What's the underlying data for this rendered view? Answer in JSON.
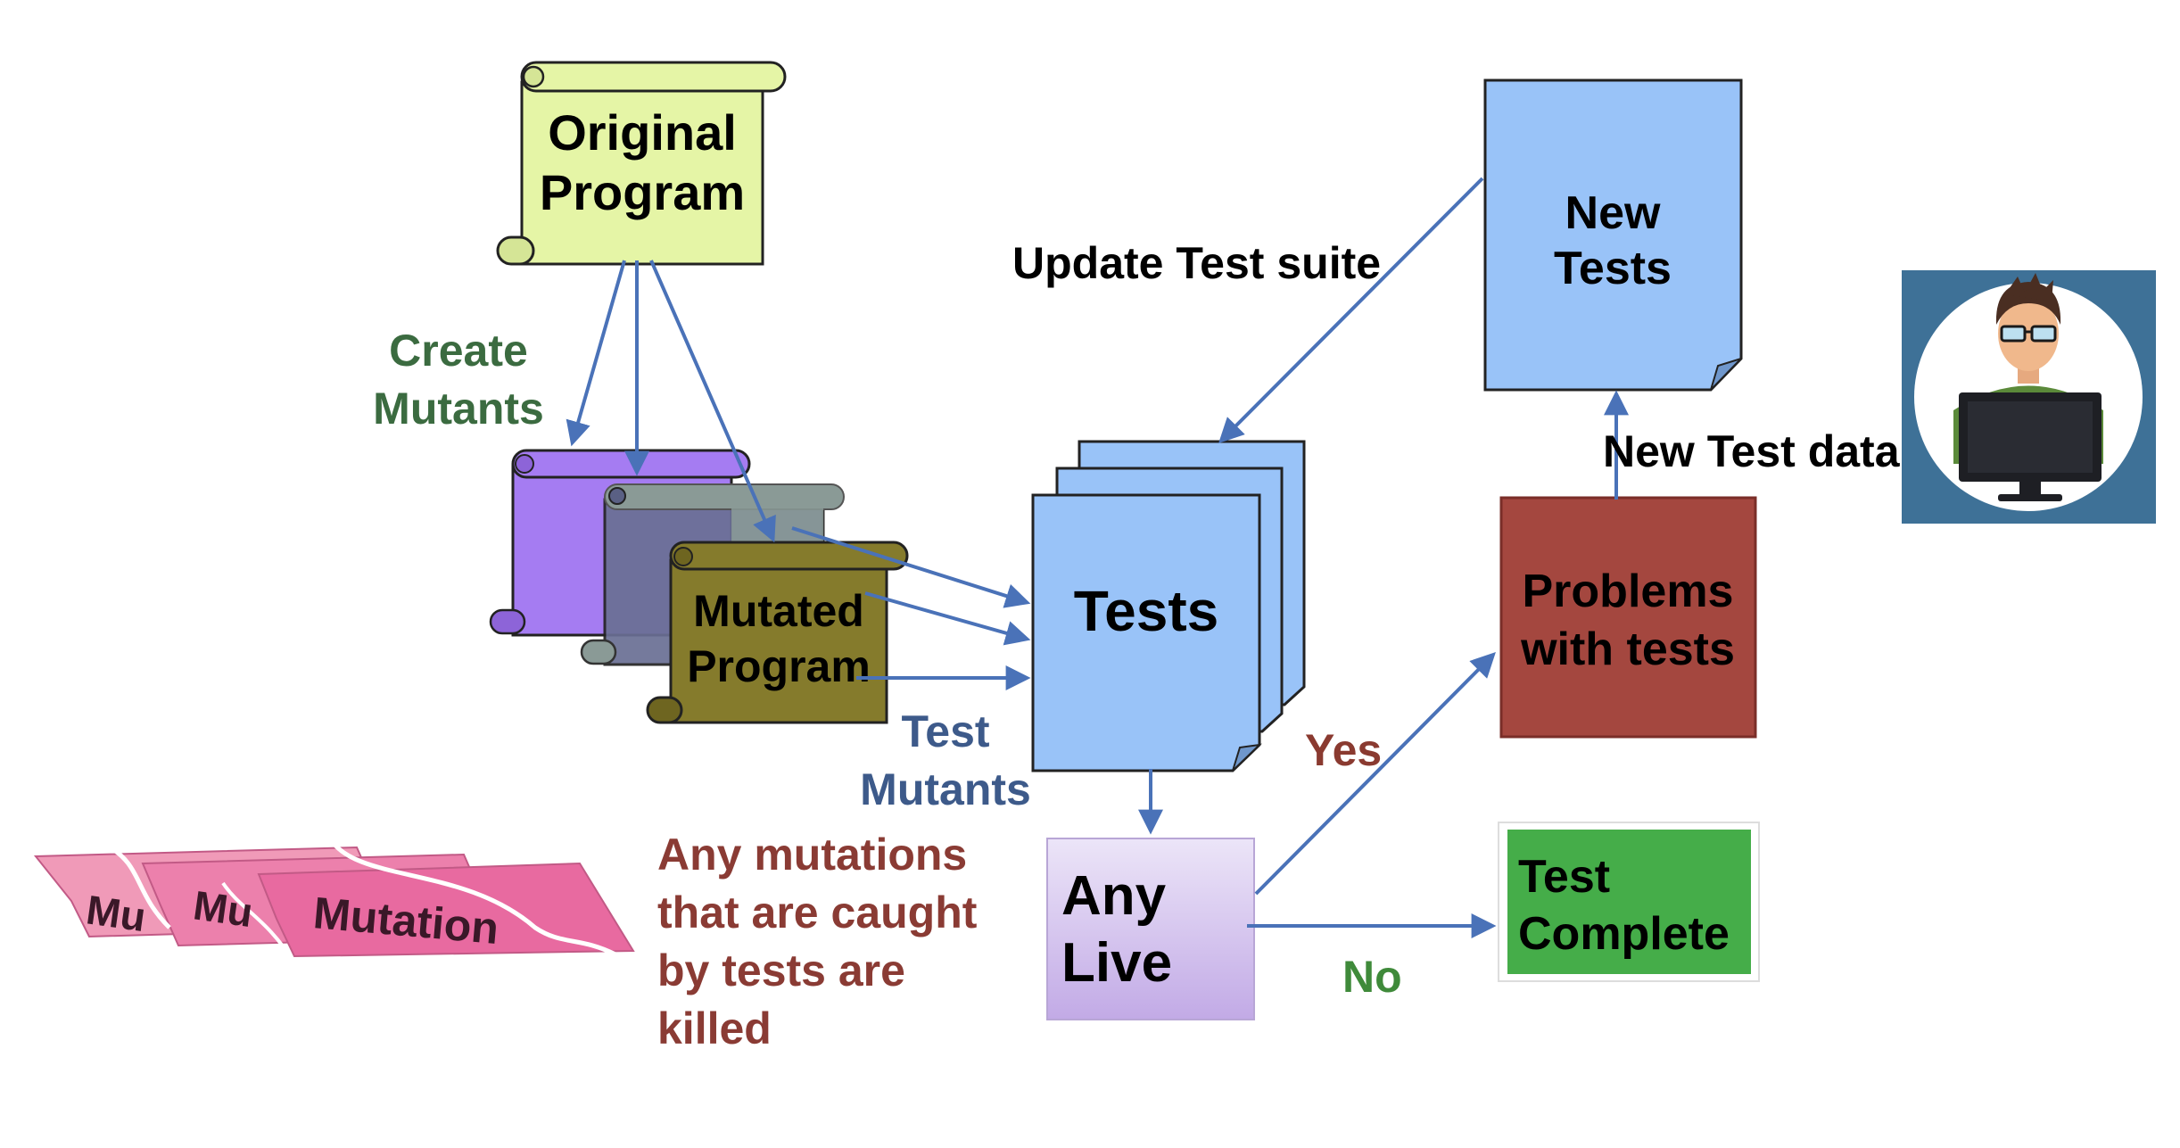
{
  "nodes": {
    "original_program": [
      "Original",
      "Program"
    ],
    "mutated_program": [
      "Mutated",
      "Program"
    ],
    "tests": "Tests",
    "new_tests": [
      "New",
      "Tests"
    ],
    "problems": [
      "Problems",
      "with tests"
    ],
    "any_live": [
      "Any",
      "Live"
    ],
    "test_complete": [
      "Test",
      "Complete"
    ]
  },
  "labels": {
    "create_mutants": [
      "Create",
      "Mutants"
    ],
    "update_test_suite": "Update Test suite",
    "new_test_data": "New Test data",
    "test_mutants": [
      "Test",
      "Mutants"
    ],
    "yes": "Yes",
    "no": "No",
    "killed_note": [
      "Any mutations",
      "that are caught",
      "by tests are",
      "killed"
    ]
  },
  "decor": {
    "mutation_paper": [
      "Mu",
      "Mu",
      "Mutation"
    ]
  },
  "colors": {
    "arrow": "#4a72b8",
    "original_program": "#e5f5a6",
    "mutant_purple": "#a57cf2",
    "mutant_slate": "#6a6f94",
    "mutant_grey": "#8a9a96",
    "mutated_program": "#857b2c",
    "tests_blue": "#99c3f8",
    "problems": "#a4473f",
    "any_live": "#ddd0f0",
    "test_complete": "#45ad49",
    "create_mutants_text": "#3b6b40",
    "test_mutants_text": "#3d5a8a",
    "yes_text": "#8a3a30",
    "no_text": "#3f8a3a",
    "killed_note_text": "#8a3b34",
    "mutation_paper": "#e86aa0"
  }
}
